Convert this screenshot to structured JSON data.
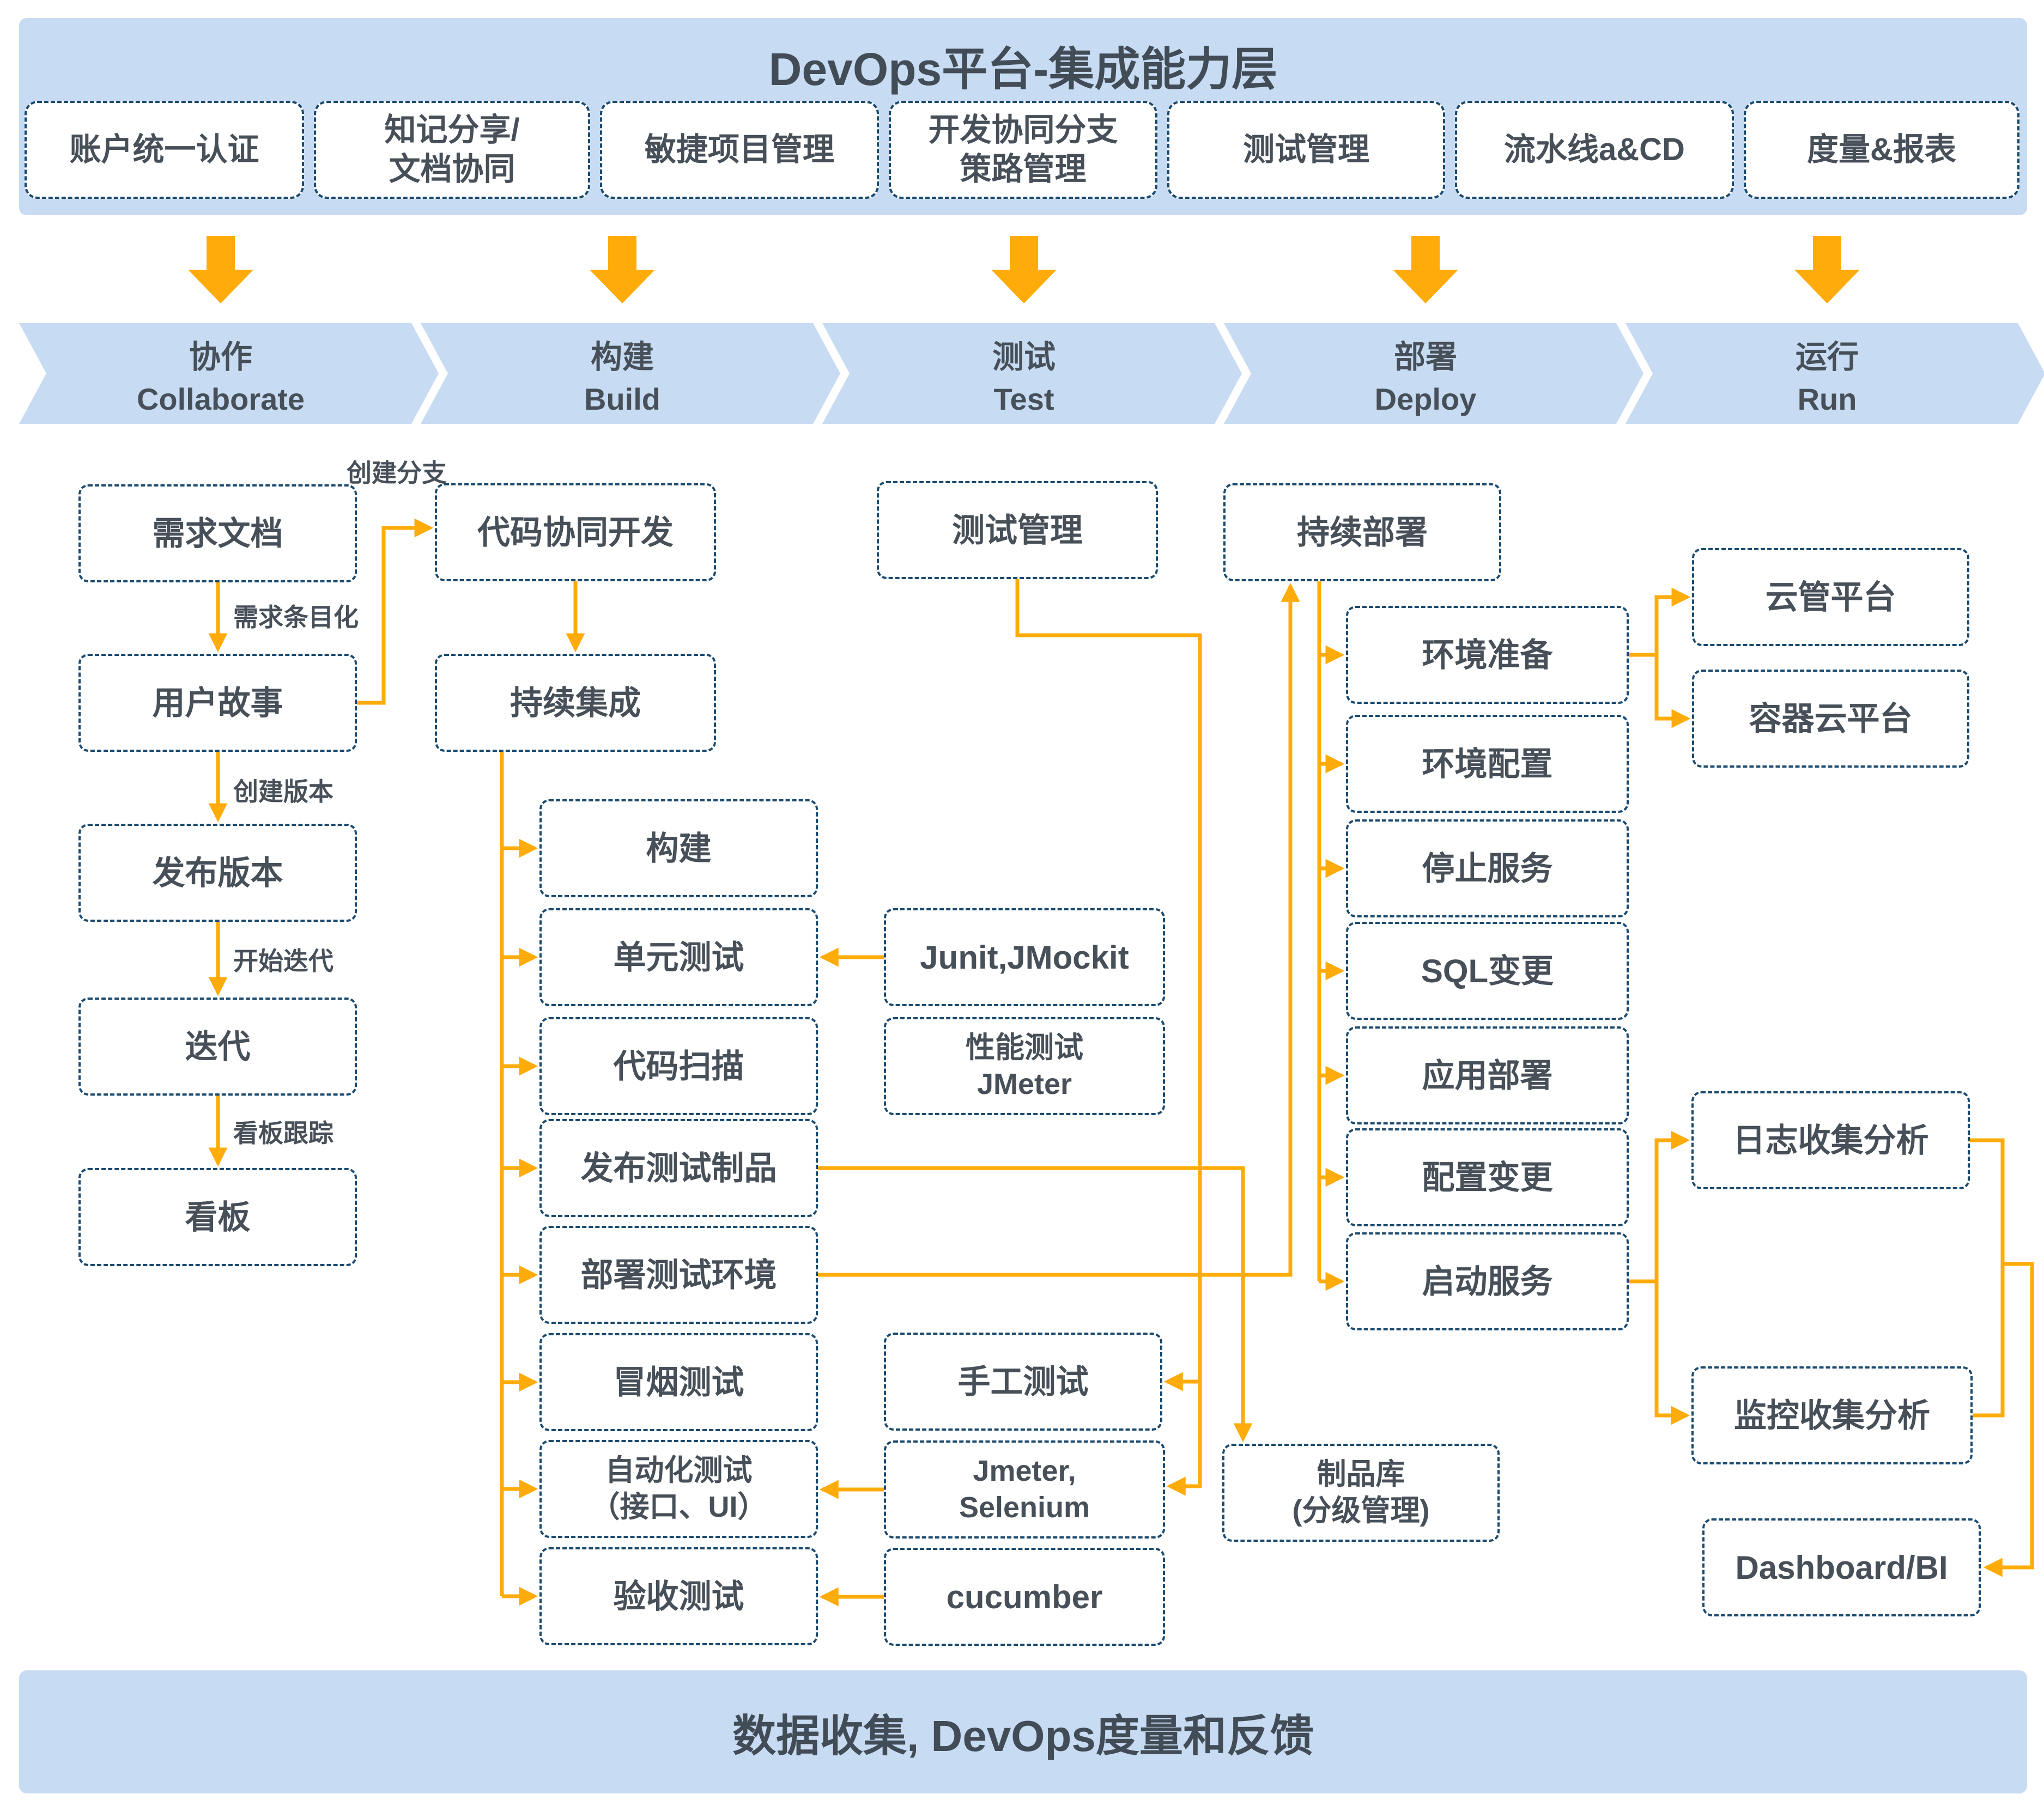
{
  "title": "DevOps平台-集成能力层",
  "footer": "数据收集, DevOps度量和反馈",
  "colors": {
    "band_blue": "#C7DBF3",
    "accent_orange": "#FFAC0A",
    "border_navy": "#1B4A6F",
    "text_dark": "#475059"
  },
  "capabilities": [
    "账户统一认证",
    "知记分享/\n文档协同",
    "敏捷项目管理",
    "开发协同分支\n策路管理",
    "测试管理",
    "流水线a&CD",
    "度量&报表"
  ],
  "stages": [
    {
      "zh": "协作",
      "en": "Collaborate"
    },
    {
      "zh": "构建",
      "en": "Build"
    },
    {
      "zh": "测试",
      "en": "Test"
    },
    {
      "zh": "部署",
      "en": "Deploy"
    },
    {
      "zh": "运行",
      "en": "Run"
    }
  ],
  "nodes": {
    "collaborate": [
      "需求文档",
      "用户故事",
      "发布版本",
      "迭代",
      "看板"
    ],
    "build": [
      "代码协同开发",
      "持续集成",
      "构建",
      "单元测试",
      "代码扫描",
      "发布测试制品",
      "部署测试环境",
      "冒烟测试",
      "自动化测试\n（接口、UI）",
      "验收测试"
    ],
    "test": [
      "测试管理",
      "Junit,JMockit",
      "性能测试\nJMeter",
      "手工测试",
      "Jmeter,\nSelenium",
      "cucumber"
    ],
    "deploy": [
      "持续部署",
      "环境准备",
      "环境配置",
      "停止服务",
      "SQL变更",
      "应用部署",
      "配置变更",
      "启动服务",
      "制品库\n(分级管理)"
    ],
    "run": [
      "云管平台",
      "容器云平台",
      "日志收集分析",
      "监控收集分析",
      "Dashboard/BI"
    ]
  },
  "edge_labels": {
    "create_branch": "创建分支",
    "itemize": "需求条目化",
    "create_version": "创建版本",
    "start_iteration": "开始迭代",
    "kanban_track": "看板跟踪"
  }
}
